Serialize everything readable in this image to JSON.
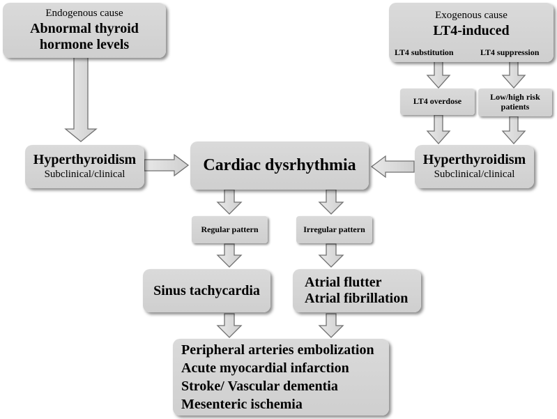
{
  "endogenous": {
    "caption": "Endogenous cause",
    "title_line1": "Abnormal thyroid",
    "title_line2": "hormone levels"
  },
  "exogenous": {
    "caption": "Exogenous cause",
    "title": "LT4-induced",
    "sub_left": "LT4 substitution",
    "sub_right": "LT4 suppression"
  },
  "lt4_overdose": "LT4 overdose",
  "risk_patients": {
    "line1": "Low/high risk",
    "line2": "patients"
  },
  "hyper_left": {
    "title": "Hyperthyroidism",
    "subtitle": "Subclinical/clinical"
  },
  "hyper_right": {
    "title": "Hyperthyroidism",
    "subtitle": "Subclinical/clinical"
  },
  "center": "Cardiac dysrhythmia",
  "regular": "Regular pattern",
  "irregular": "Irregular pattern",
  "sinus": "Sinus tachycardia",
  "atrial": {
    "line1": "Atrial flutter",
    "line2": "Atrial fibrillation"
  },
  "outcomes": [
    "Peripheral arteries embolization",
    "Acute myocardial infarction",
    "Stroke/ Vascular dementia",
    "Mesenteric ischemia"
  ]
}
